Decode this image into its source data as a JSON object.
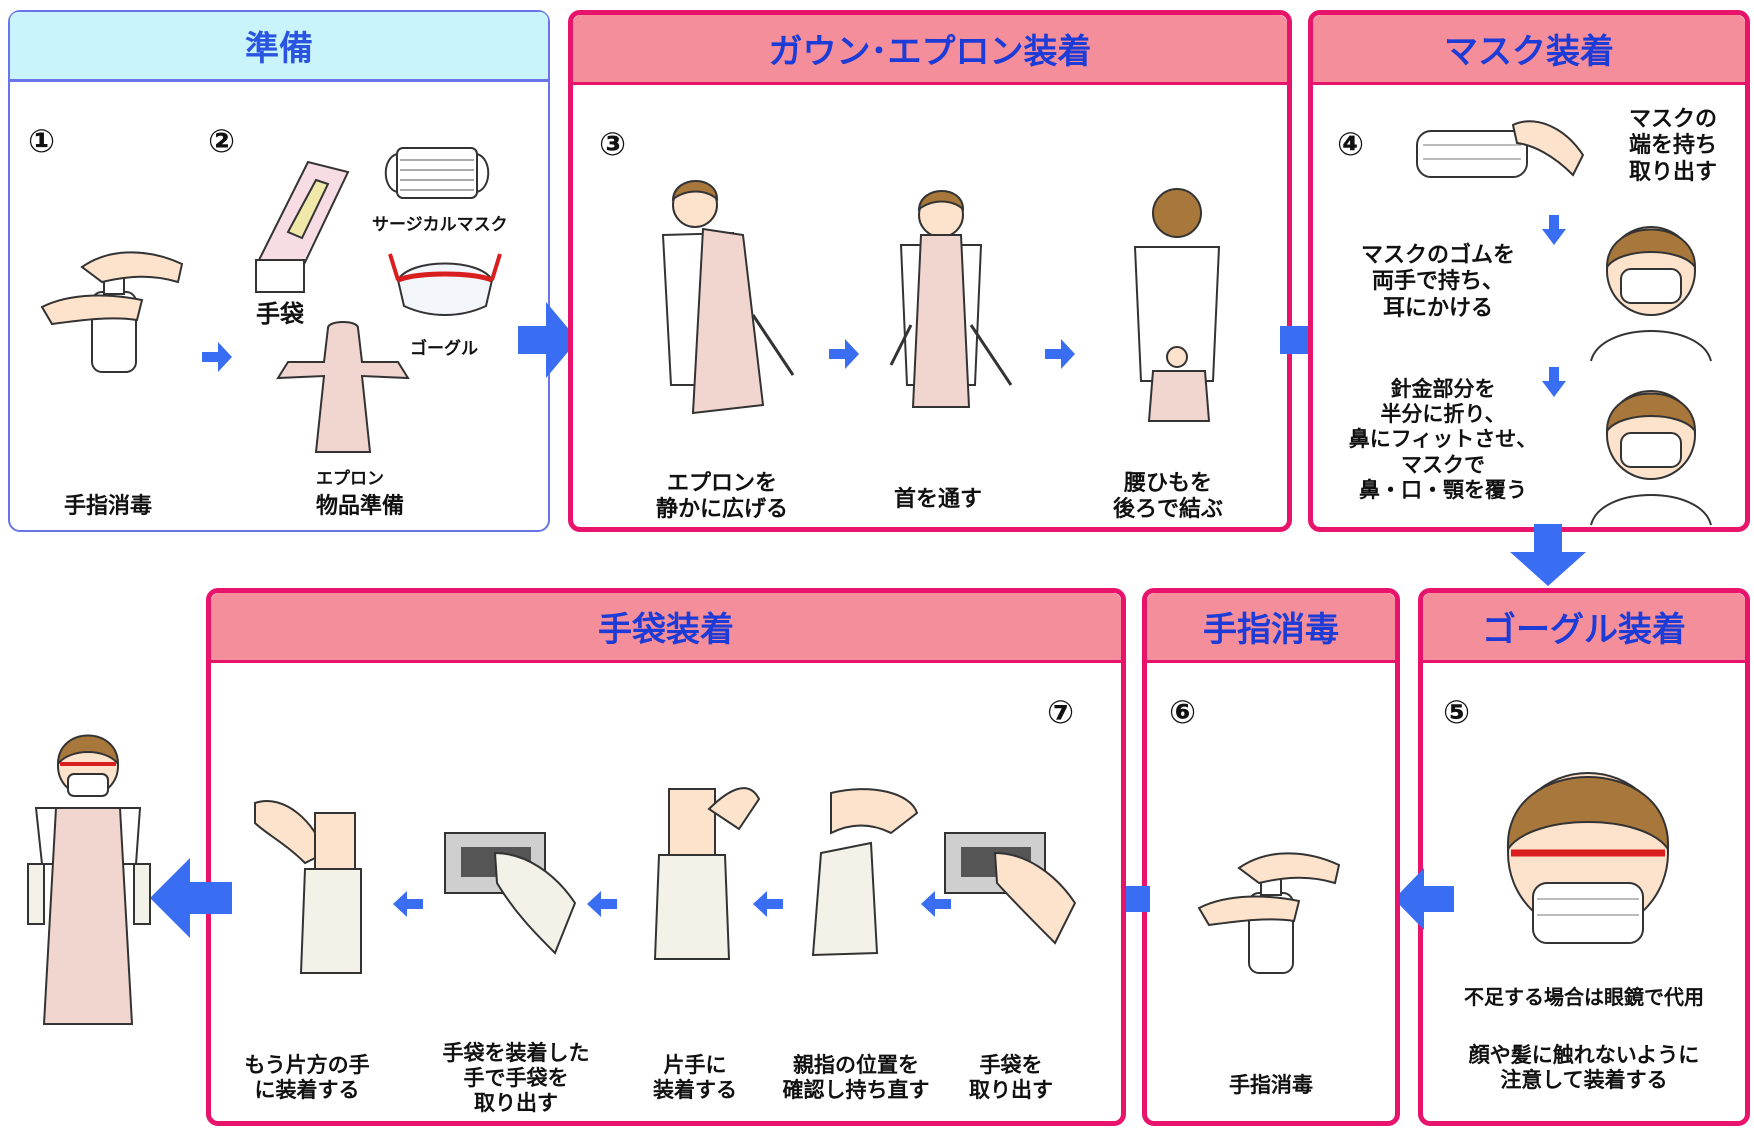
{
  "panels": {
    "prep": {
      "title": "準備"
    },
    "gown": {
      "title": "ガウン･エプロン装着"
    },
    "mask": {
      "title": "マスク装着"
    },
    "gloves": {
      "title": "手袋装着"
    },
    "hand2": {
      "title": "手指消毒"
    },
    "goggle": {
      "title": "ゴーグル装着"
    }
  },
  "steps": {
    "s1": {
      "num": "①",
      "label": "手指消毒"
    },
    "s2": {
      "num": "②",
      "label": "物品準備",
      "items": {
        "surgical_mask": "サージカルマスク",
        "gloves_box": "手袋",
        "goggle": "ゴーグル",
        "apron": "エプロン"
      }
    },
    "s3": {
      "num": "③",
      "sub": [
        "エプロンを\n静かに広げる",
        "首を通す",
        "腰ひもを\n後ろで結ぶ"
      ]
    },
    "s4": {
      "num": "④",
      "notes": [
        "マスクの\n端を持ち\n取り出す",
        "マスクのゴムを\n両手で持ち、\n耳にかける",
        "針金部分を\n半分に折り、\n鼻にフィットさせ、\nマスクで\n鼻・口・顎を覆う"
      ]
    },
    "s5": {
      "num": "⑤",
      "note1": "不足する場合は眼鏡で代用",
      "note2": "顔や髪に触れないように\n注意して装着する"
    },
    "s6": {
      "num": "⑥",
      "label": "手指消毒"
    },
    "s7": {
      "num": "⑦",
      "sub": [
        "手袋を\n取り出す",
        "親指の位置を\n確認し持ち直す",
        "片手に\n装着する",
        "手袋を装着した\n手で手袋を\n取り出す",
        "もう片方の手\nに装着する"
      ]
    }
  },
  "colors": {
    "arrow": "#3a6ef2",
    "red_border": "#e8136b",
    "red_header": "#f58e9b",
    "blue_header": "#c9f4fb",
    "title_blue": "#1d3bd6",
    "apron": "#f1d6cf"
  }
}
